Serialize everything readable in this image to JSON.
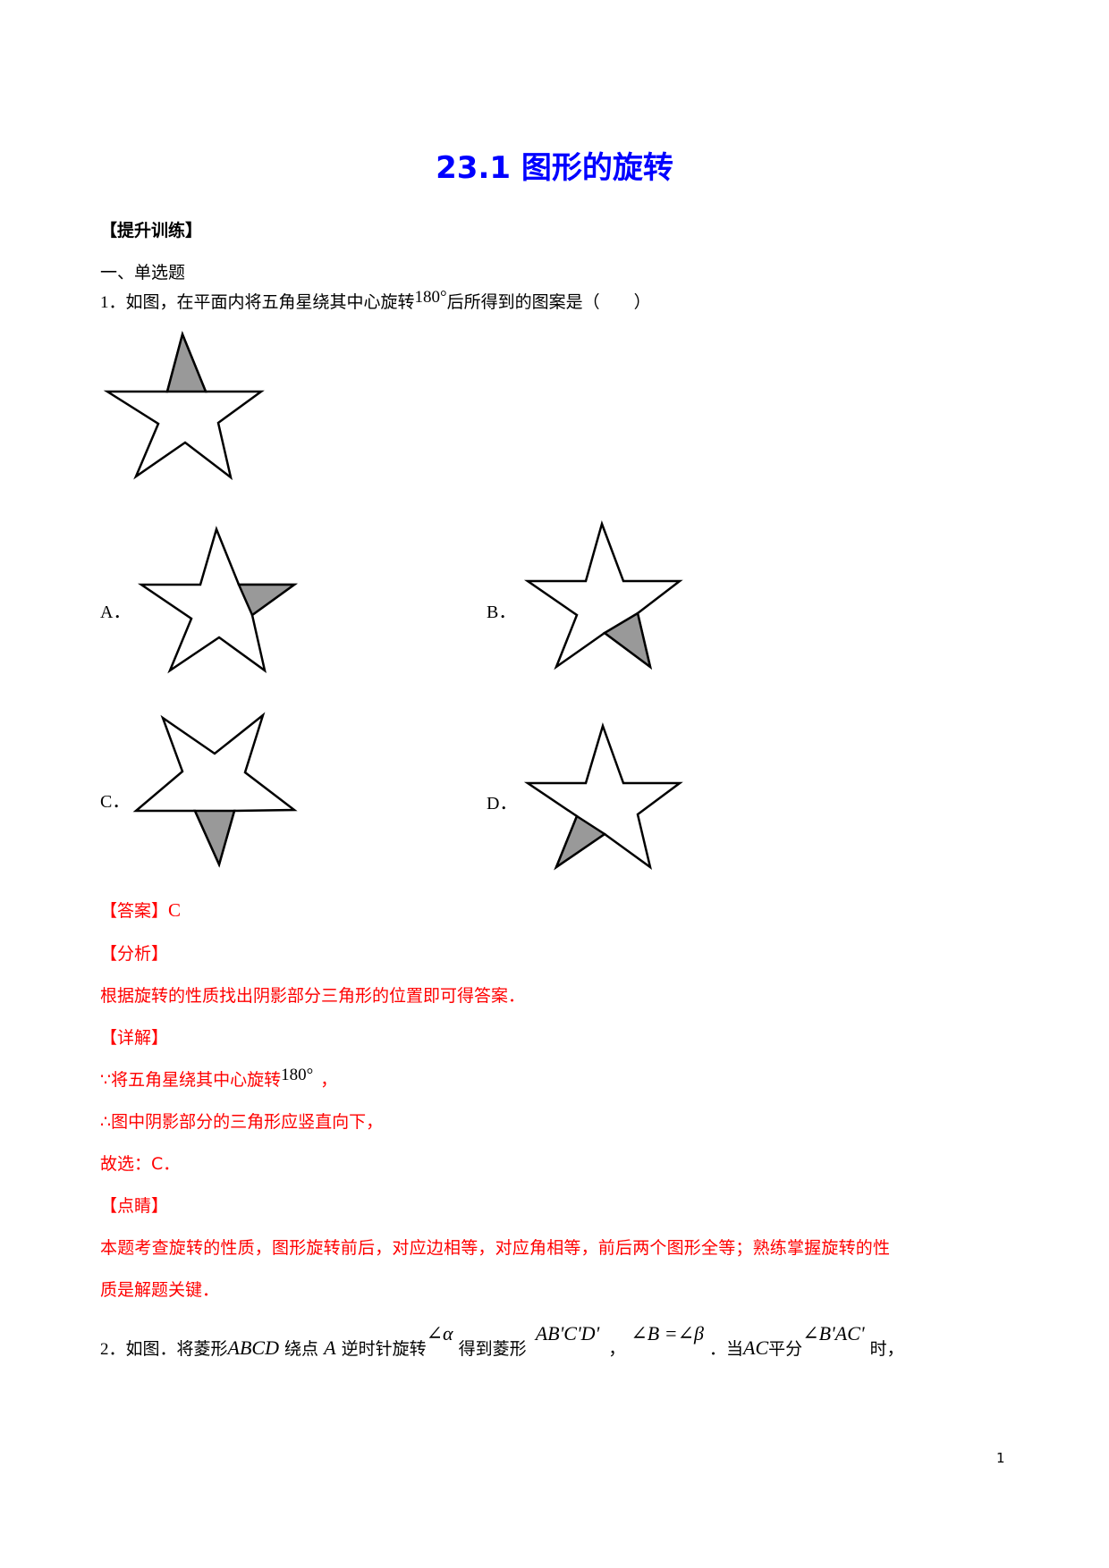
{
  "document": {
    "title": "23.1 图形的旋转",
    "section_label": "【提升训练】",
    "question_type": "一、单选题",
    "page_number": "1",
    "colors": {
      "title": "#0000ff",
      "answer_text": "#ff0000",
      "shade": "#999999"
    }
  },
  "question1": {
    "number": "1．",
    "text_before": "如图，在平面内将五角星绕其中心旋转",
    "angle": "180°",
    "text_after": "后所得到的图案是（　　）",
    "figure": {
      "name": "original-star",
      "shaded_point": "top"
    },
    "options": [
      {
        "label": "A．",
        "shaded_point": "right"
      },
      {
        "label": "B．",
        "shaded_point": "bottom-right"
      },
      {
        "label": "C．",
        "shaded_point": "bottom"
      },
      {
        "label": "D．",
        "shaded_point": "bottom-left"
      }
    ],
    "answer_label": "【答案】",
    "answer_value": "C",
    "analysis_label": "【分析】",
    "analysis_text": "根据旋转的性质找出阴影部分三角形的位置即可得答案．",
    "detail_label": "【详解】",
    "detail_line1_before": "∵将五角星绕其中心旋转",
    "detail_line1_angle": "180°",
    "detail_line1_after": "，",
    "detail_line2": "∴图中阴影部分的三角形应竖直向下，",
    "detail_line3": "故选：C．",
    "comment_label": "【点睛】",
    "comment_line1": "本题考查旋转的性质，图形旋转前后，对应边相等，对应角相等，前后两个图形全等；熟练掌握旋转的性",
    "comment_line2": "质是解题关键．"
  },
  "question2": {
    "number": "2．",
    "t1": "如图．将菱形",
    "m1": "ABCD",
    "t2": "绕点",
    "m2": "A",
    "t3": "逆时针旋转",
    "m3": "∠α",
    "t4": "得到菱形",
    "m4": "AB'C'D'",
    "t5": "，",
    "m5": "∠B =∠β",
    "t6": "．当",
    "m6": "AC",
    "t7": "平分",
    "m7": "∠B'AC'",
    "t8": "时，"
  }
}
